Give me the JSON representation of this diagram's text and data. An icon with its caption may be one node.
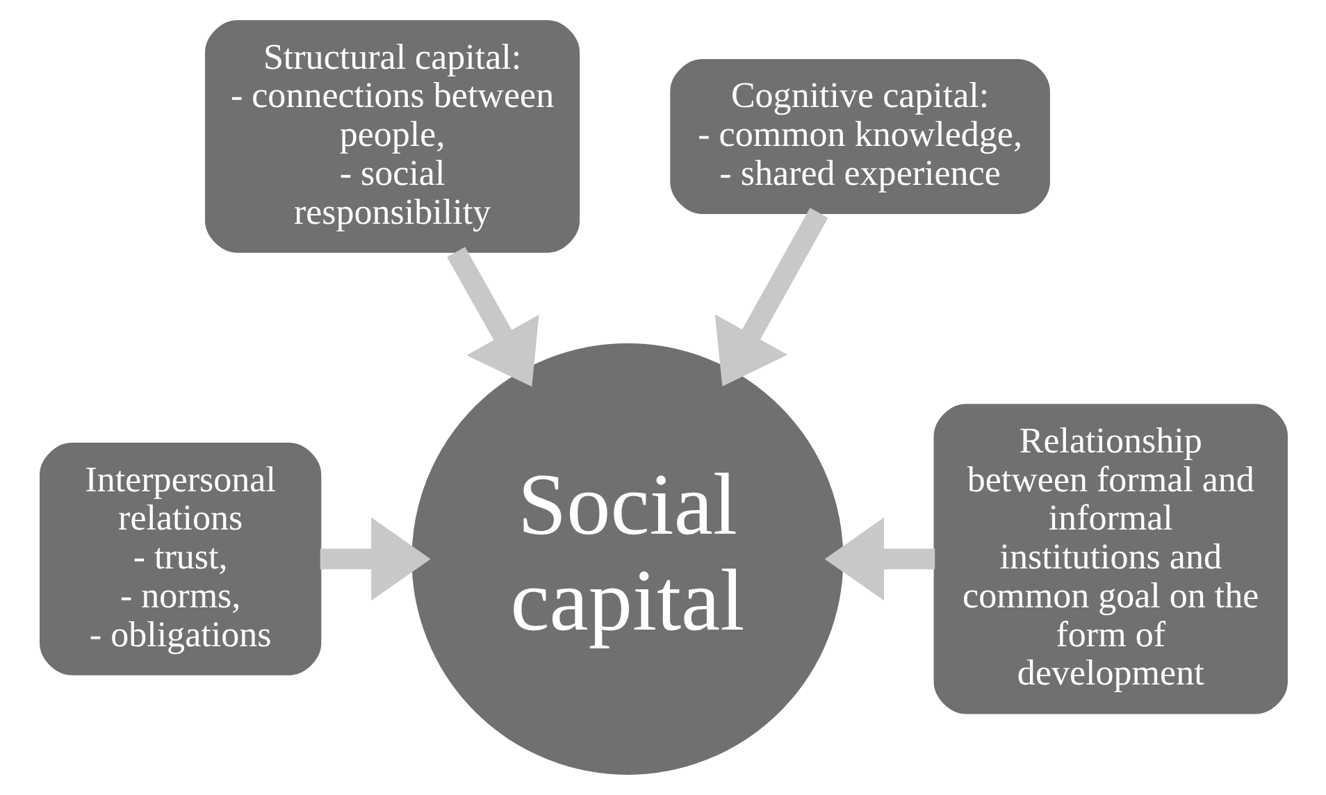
{
  "diagram": {
    "nodes": [
      {
        "text": [
          "Structural capital:",
          "- connections between people,",
          "- social responsibility"
        ]
      },
      {
        "text": [
          "Cognitive capital:",
          "- common knowledge,",
          "- shared experience"
        ]
      },
      {
        "text": [
          "Interpersonal relations",
          "- trust,",
          "- norms,",
          "- obligations"
        ]
      },
      {
        "text": [
          "Relationship between formal and informal institutions and common goal on the form of development"
        ]
      },
      {
        "text": [
          "Social capital"
        ]
      }
    ],
    "edges": [
      {
        "from": 0,
        "to": 4,
        "arrow": "to"
      },
      {
        "from": 1,
        "to": 4,
        "arrow": "to"
      },
      {
        "from": 2,
        "to": 4,
        "arrow": "to"
      },
      {
        "from": 3,
        "to": 4,
        "arrow": "to"
      }
    ]
  }
}
